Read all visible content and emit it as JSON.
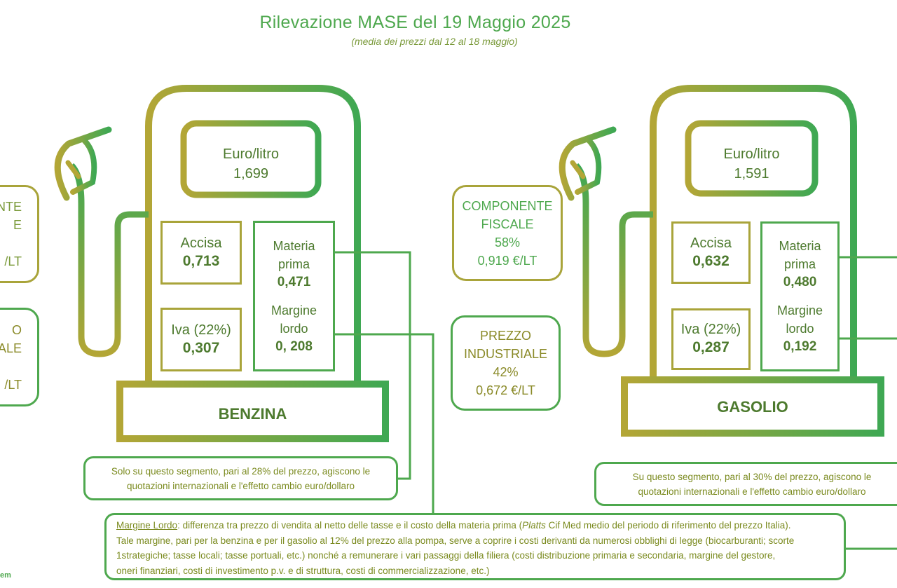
{
  "header": {
    "title": "Rilevazione MASE del 19 Maggio 2025",
    "subtitle": "(media dei prezzi dal 12 al 18 maggio)"
  },
  "benzina": {
    "name": "BENZINA",
    "price_label": "Euro/litro",
    "price": "1,699",
    "accisa_label": "Accisa",
    "accisa": "0,713",
    "iva_label": "Iva (22%)",
    "iva": "0,307",
    "materia_label_1": "Materia",
    "materia_label_2": "prima",
    "materia": "0,471",
    "margine_label_1": "Margine",
    "margine_label_2": "lordo",
    "margine": "0, 208"
  },
  "gasolio": {
    "name": "GASOLIO",
    "price_label": "Euro/litro",
    "price": "1,591",
    "accisa_label": "Accisa",
    "accisa": "0,632",
    "iva_label": "Iva (22%)",
    "iva": "0,287",
    "materia_label_1": "Materia",
    "materia_label_2": "prima",
    "materia": "0,480",
    "margine_label_1": "Margine",
    "margine_label_2": "lordo",
    "margine": "0,192",
    "fiscal": {
      "line1": "COMPONENTE",
      "line2": "FISCALE",
      "percent": "58%",
      "value": "0,919 €/LT"
    },
    "industrial": {
      "line1": "PREZZO",
      "line2": "INDUSTRIALE",
      "percent": "42%",
      "value": "0,672 €/LT"
    }
  },
  "benzina_side": {
    "fiscal_line1": "ENTE",
    "fiscal_line2": "E",
    "fiscal_value": "/LT",
    "industrial_line1": "O",
    "industrial_line2": "ALE",
    "industrial_value": "/LT"
  },
  "notes": {
    "benzina_segment_1": "Solo su questo segmento, pari al 28% del prezzo, agiscono le",
    "benzina_segment_2": "quotazioni internazionali e l'effetto cambio euro/dollaro",
    "gasolio_segment_1": "Su questo segmento, pari al 30% del prezzo, agiscono le",
    "gasolio_segment_2": "quotazioni internazionali e l'effetto cambio euro/dollaro",
    "margine_term": "Margine Lordo",
    "margine_line1_a": ": differenza tra prezzo di vendita al netto delle tasse e il costo della materia prima (",
    "margine_platts": "Platts",
    "margine_line1_b": " Cif Med medio del periodo di riferimento del prezzo Italia).",
    "margine_line2": "Tale margine, pari per la benzina e per il gasolio al 12% del prezzo alla pompa, serve a coprire i costi derivanti da numerosi obblighi di legge (biocarburanti; scorte",
    "margine_line3": "1strategiche; tasse locali; tasse portuali, etc.) nonché a remunerare i vari passaggi della filiera (costi distribuzione primaria e secondaria, margine del gestore,",
    "margine_line4": "oneri finanziari, costi di investimento p.v. e di struttura, costi di commercializzazione, etc.)"
  },
  "footer": {
    "fragment": "em"
  }
}
